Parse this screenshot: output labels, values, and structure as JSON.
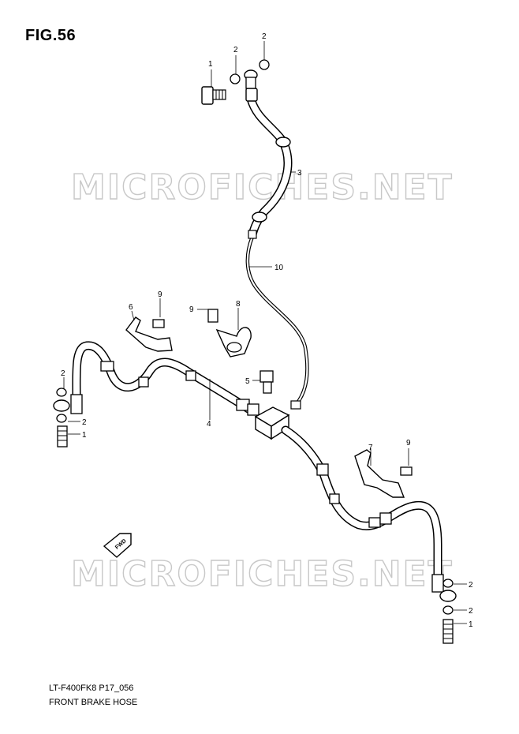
{
  "figure": {
    "title": "FIG.56",
    "model_code": "LT-F400FK8 P17_056",
    "caption": "FRONT BRAKE HOSE"
  },
  "watermark": "MICROFICHES.NET",
  "direction_label": "FWD",
  "callouts": [
    {
      "id": "c1a",
      "label": "1"
    },
    {
      "id": "c2a",
      "label": "2"
    },
    {
      "id": "c2b",
      "label": "2"
    },
    {
      "id": "c3",
      "label": "3"
    },
    {
      "id": "c10",
      "label": "10"
    },
    {
      "id": "c6",
      "label": "6"
    },
    {
      "id": "c9a",
      "label": "9"
    },
    {
      "id": "c9b",
      "label": "9"
    },
    {
      "id": "c8",
      "label": "8"
    },
    {
      "id": "c5",
      "label": "5"
    },
    {
      "id": "c4",
      "label": "4"
    },
    {
      "id": "c2c",
      "label": "2"
    },
    {
      "id": "c2d",
      "label": "2"
    },
    {
      "id": "c1b",
      "label": "1"
    },
    {
      "id": "c9c",
      "label": "9"
    },
    {
      "id": "c7",
      "label": "7"
    },
    {
      "id": "c2e",
      "label": "2"
    },
    {
      "id": "c2f",
      "label": "2"
    },
    {
      "id": "c1c",
      "label": "1"
    }
  ]
}
